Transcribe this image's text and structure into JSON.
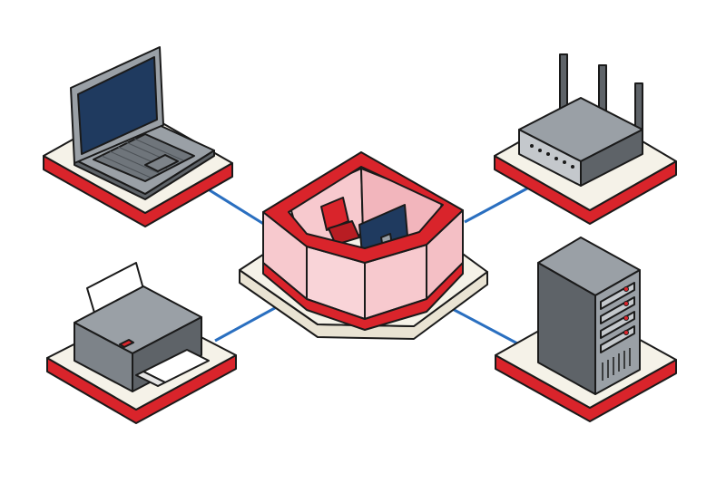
{
  "diagram": {
    "type": "network-hub",
    "center": {
      "name": "firewall-hub",
      "icon": "security-booth-icon"
    },
    "devices": [
      {
        "name": "laptop",
        "icon": "laptop-icon"
      },
      {
        "name": "router",
        "icon": "router-icon"
      },
      {
        "name": "printer",
        "icon": "printer-icon"
      },
      {
        "name": "server",
        "icon": "server-tower-icon"
      }
    ],
    "connections": [
      {
        "from": "firewall-hub",
        "to": "laptop"
      },
      {
        "from": "firewall-hub",
        "to": "router"
      },
      {
        "from": "firewall-hub",
        "to": "printer"
      },
      {
        "from": "firewall-hub",
        "to": "server"
      }
    ]
  },
  "colors": {
    "background": "#ffffff",
    "outline": "#1a1a1a",
    "platform_top": "#f5f2e8",
    "platform_edge": "#d9242b",
    "link": "#2a6fc0",
    "wall_light": "#f7c9ce",
    "wall_red": "#d9242b",
    "device_gray": "#9aa0a6",
    "device_dark": "#5e6368",
    "screen_navy": "#1f3a5f"
  }
}
